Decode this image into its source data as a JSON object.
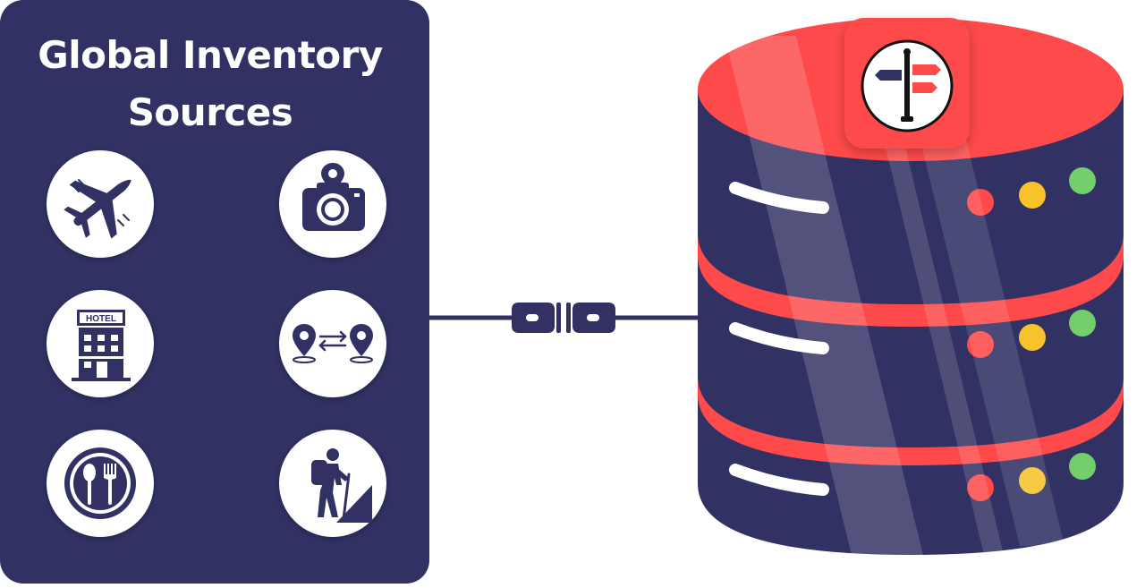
{
  "panel": {
    "title_line1": "Global Inventory",
    "title_line2": "Sources",
    "icons": [
      {
        "name": "airplane-icon"
      },
      {
        "name": "camera-location-icon"
      },
      {
        "name": "hotel-icon"
      },
      {
        "name": "transfer-locations-icon"
      },
      {
        "name": "dining-icon"
      },
      {
        "name": "hiker-icon"
      }
    ],
    "hotel_sign": "HOTEL"
  },
  "connector": {
    "icon": "plug-connector-icon"
  },
  "database": {
    "icon": "database-server-icon",
    "badge_icon": "signpost-logo-icon",
    "status_lights": [
      "red",
      "yellow",
      "green"
    ]
  },
  "colors": {
    "navy": "#313163",
    "red": "#fe4a4a",
    "yellow": "#f8c22a",
    "green": "#73cf6e"
  }
}
